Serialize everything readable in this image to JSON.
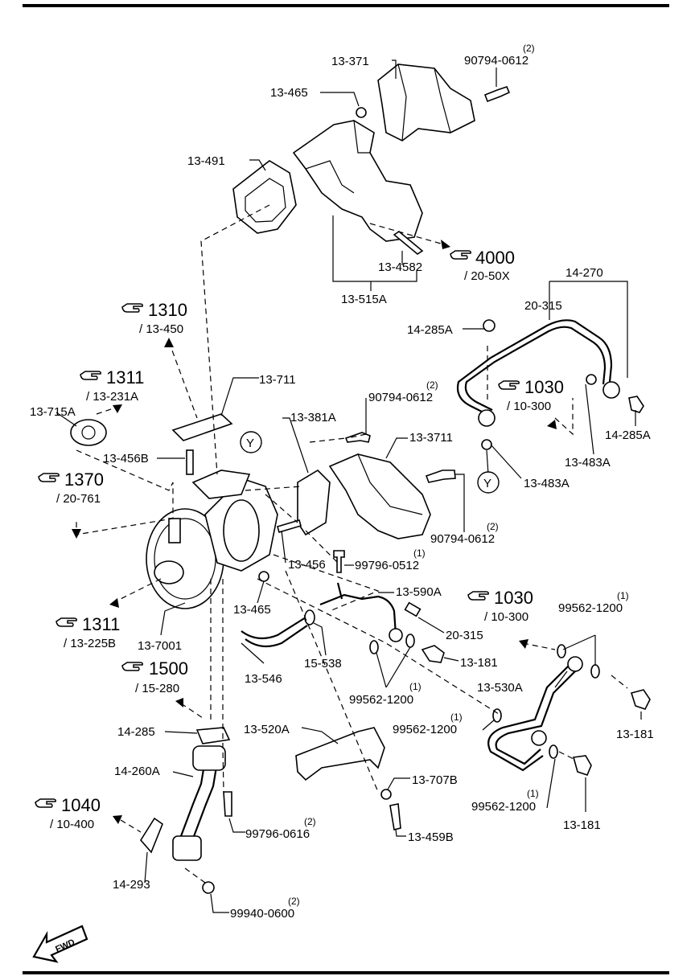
{
  "labels": {
    "p13_371": "13-371",
    "p90794_0612_top": "90794-0612",
    "q_top": "(2)",
    "p13_465_top": "13-465",
    "p13_491": "13-491",
    "p13_4582": "13-4582",
    "p13_515A": "13-515A",
    "p14_270": "14-270",
    "p20_315_top": "20-315",
    "p14_285A_top": "14-285A",
    "p14_285A_right": "14-285A",
    "p13_483A_a": "13-483A",
    "p13_483A_b": "13-483A",
    "p13_711": "13-711",
    "p13_715A": "13-715A",
    "p13_456B": "13-456B",
    "p13_381A": "13-381A",
    "p90794_0612_mid": "90794-0612",
    "q_mid": "(2)",
    "p13_3711": "13-3711",
    "p90794_0612_low": "90794-0612",
    "q_low": "(2)",
    "p13_456": "13-456",
    "p99796_0512": "99796-0512",
    "q_99796_0512": "(1)",
    "p13_590A": "13-590A",
    "p13_465_low": "13-465",
    "p13_7001": "13-7001",
    "p20_315_low": "20-315",
    "p13_181_a": "13-181",
    "p13_181_b": "13-181",
    "p13_181_c": "13-181",
    "p13_546": "13-546",
    "p15_538": "15-538",
    "p99562_1200_a": "99562-1200",
    "q_99562_a": "(1)",
    "p99562_1200_b": "99562-1200",
    "q_99562_b": "(1)",
    "p99562_1200_c": "99562-1200",
    "q_99562_c": "(1)",
    "p99562_1200_d": "99562-1200",
    "q_99562_d": "(1)",
    "p13_530A": "13-530A",
    "p14_285": "14-285",
    "p13_520A": "13-520A",
    "p14_260A": "14-260A",
    "p13_707B": "13-707B",
    "p99796_0616": "99796-0616",
    "q_99796_0616": "(2)",
    "p13_459B": "13-459B",
    "p14_293": "14-293",
    "p99940_0600": "99940-0600",
    "q_99940": "(2)",
    "y_a": "Y",
    "y_b": "Y",
    "fwd": "FWD"
  },
  "refs": {
    "r4000": {
      "num": "4000",
      "sub": "/ 20-50X"
    },
    "r1310": {
      "num": "1310",
      "sub": "/ 13-450"
    },
    "r1311_top": {
      "num": "1311",
      "sub": "/ 13-231A"
    },
    "r1030_a": {
      "num": "1030",
      "sub": "/ 10-300"
    },
    "r1370": {
      "num": "1370",
      "sub": "/ 20-761"
    },
    "r1311_low": {
      "num": "1311",
      "sub": "/ 13-225B"
    },
    "r1030_b": {
      "num": "1030",
      "sub": "/ 10-300"
    },
    "r1500": {
      "num": "1500",
      "sub": "/ 15-280"
    },
    "r1040": {
      "num": "1040",
      "sub": "/ 10-400"
    }
  },
  "icons": {
    "reference": "pointing-hand-icon",
    "fwd": "fwd-arrow-icon"
  }
}
